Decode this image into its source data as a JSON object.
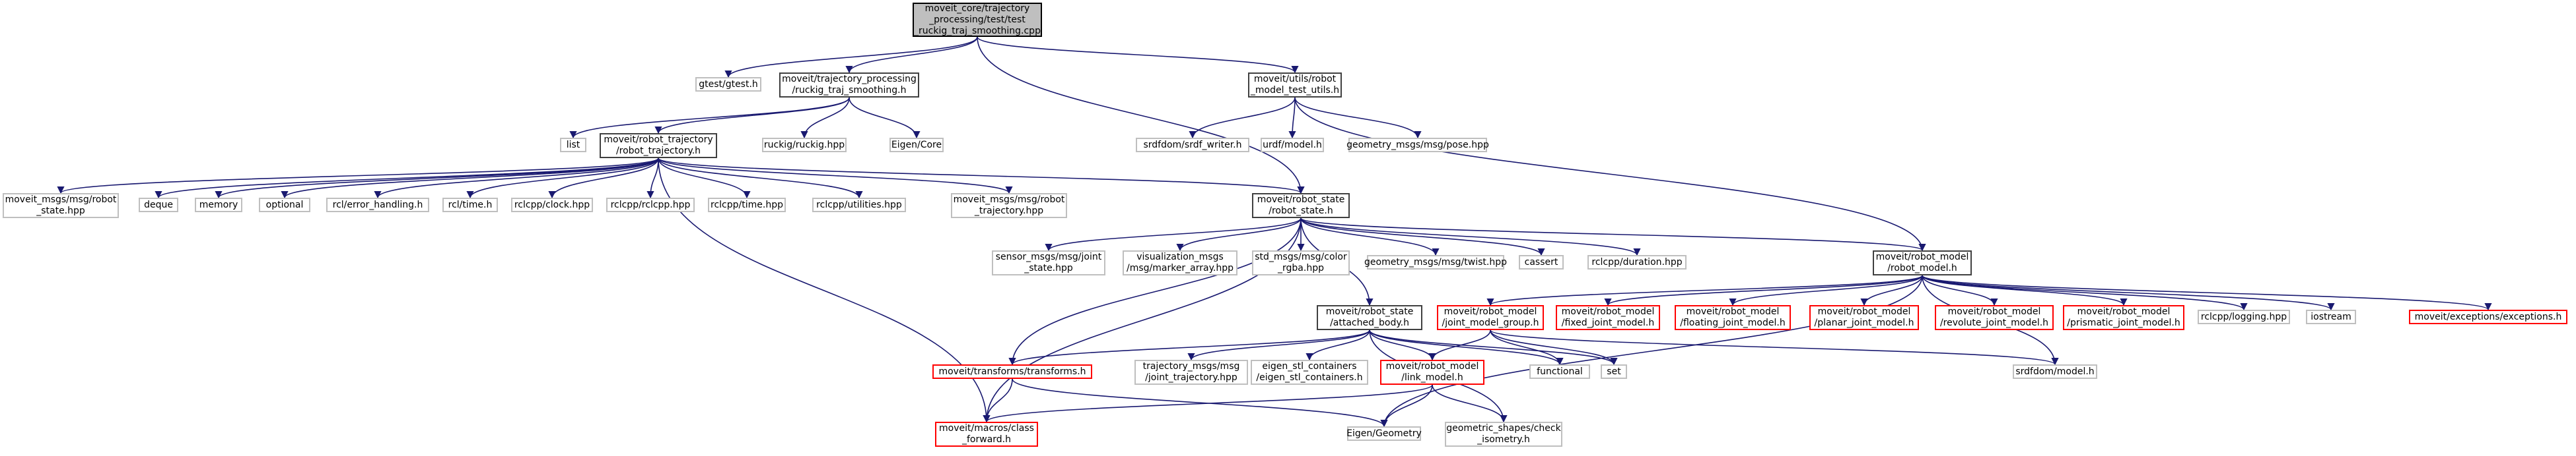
{
  "colors": {
    "edge": "#191970",
    "root_fill": "#bfbfbf",
    "normal_border": "#bfbfbf",
    "main_border": "#404040",
    "error_border": "#ff0000"
  },
  "nodes": [
    {
      "id": "root",
      "lines": [
        "moveit_core/trajectory",
        "_processing/test/test",
        "_ruckig_traj_smoothing.cpp"
      ],
      "style": "root"
    },
    {
      "id": "gtest",
      "lines": [
        "gtest/gtest.h"
      ],
      "style": "normal"
    },
    {
      "id": "ruckig_smoothing",
      "lines": [
        "moveit/trajectory_processing",
        "/ruckig_traj_smoothing.h"
      ],
      "style": "main"
    },
    {
      "id": "test_utils",
      "lines": [
        "moveit/utils/robot",
        "_model_test_utils.h"
      ],
      "style": "main"
    },
    {
      "id": "list",
      "lines": [
        "list"
      ],
      "style": "normal"
    },
    {
      "id": "robot_trajectory",
      "lines": [
        "moveit/robot_trajectory",
        "/robot_trajectory.h"
      ],
      "style": "main"
    },
    {
      "id": "ruckig",
      "lines": [
        "ruckig/ruckig.hpp"
      ],
      "style": "normal"
    },
    {
      "id": "eigen_core",
      "lines": [
        "Eigen/Core"
      ],
      "style": "normal"
    },
    {
      "id": "srdf_writer",
      "lines": [
        "srdfdom/srdf_writer.h"
      ],
      "style": "normal"
    },
    {
      "id": "urdf_model",
      "lines": [
        "urdf/model.h"
      ],
      "style": "normal"
    },
    {
      "id": "pose",
      "lines": [
        "geometry_msgs/msg/pose.hpp"
      ],
      "style": "normal"
    },
    {
      "id": "robot_state_msg",
      "lines": [
        "moveit_msgs/msg/robot",
        "_state.hpp"
      ],
      "style": "normal"
    },
    {
      "id": "deque",
      "lines": [
        "deque"
      ],
      "style": "normal"
    },
    {
      "id": "memory",
      "lines": [
        "memory"
      ],
      "style": "normal"
    },
    {
      "id": "optional",
      "lines": [
        "optional"
      ],
      "style": "normal"
    },
    {
      "id": "rcl_error",
      "lines": [
        "rcl/error_handling.h"
      ],
      "style": "normal"
    },
    {
      "id": "rcl_time",
      "lines": [
        "rcl/time.h"
      ],
      "style": "normal"
    },
    {
      "id": "rclcpp_clock",
      "lines": [
        "rclcpp/clock.hpp"
      ],
      "style": "normal"
    },
    {
      "id": "rclcpp_rclcpp",
      "lines": [
        "rclcpp/rclcpp.hpp"
      ],
      "style": "normal"
    },
    {
      "id": "rclcpp_time",
      "lines": [
        "rclcpp/time.hpp"
      ],
      "style": "normal"
    },
    {
      "id": "rclcpp_utilities",
      "lines": [
        "rclcpp/utilities.hpp"
      ],
      "style": "normal"
    },
    {
      "id": "robot_traj_msg",
      "lines": [
        "moveit_msgs/msg/robot",
        "_trajectory.hpp"
      ],
      "style": "normal"
    },
    {
      "id": "robot_state",
      "lines": [
        "moveit/robot_state",
        "/robot_state.h"
      ],
      "style": "main"
    },
    {
      "id": "joint_state",
      "lines": [
        "sensor_msgs/msg/joint",
        "_state.hpp"
      ],
      "style": "normal"
    },
    {
      "id": "marker_array",
      "lines": [
        "visualization_msgs",
        "/msg/marker_array.hpp"
      ],
      "style": "normal"
    },
    {
      "id": "color_rgba",
      "lines": [
        "std_msgs/msg/color",
        "_rgba.hpp"
      ],
      "style": "normal"
    },
    {
      "id": "twist",
      "lines": [
        "geometry_msgs/msg/twist.hpp"
      ],
      "style": "normal"
    },
    {
      "id": "cassert",
      "lines": [
        "cassert"
      ],
      "style": "normal"
    },
    {
      "id": "duration",
      "lines": [
        "rclcpp/duration.hpp"
      ],
      "style": "normal"
    },
    {
      "id": "robot_model",
      "lines": [
        "moveit/robot_model",
        "/robot_model.h"
      ],
      "style": "main"
    },
    {
      "id": "attached_body",
      "lines": [
        "moveit/robot_state",
        "/attached_body.h"
      ],
      "style": "main"
    },
    {
      "id": "joint_model_group",
      "lines": [
        "moveit/robot_model",
        "/joint_model_group.h"
      ],
      "style": "red"
    },
    {
      "id": "fixed_joint",
      "lines": [
        "moveit/robot_model",
        "/fixed_joint_model.h"
      ],
      "style": "red"
    },
    {
      "id": "floating_joint",
      "lines": [
        "moveit/robot_model",
        "/floating_joint_model.h"
      ],
      "style": "red"
    },
    {
      "id": "planar_joint",
      "lines": [
        "moveit/robot_model",
        "/planar_joint_model.h"
      ],
      "style": "red"
    },
    {
      "id": "revolute_joint",
      "lines": [
        "moveit/robot_model",
        "/revolute_joint_model.h"
      ],
      "style": "red"
    },
    {
      "id": "prismatic_joint",
      "lines": [
        "moveit/robot_model",
        "/prismatic_joint_model.h"
      ],
      "style": "red"
    },
    {
      "id": "logging",
      "lines": [
        "rclcpp/logging.hpp"
      ],
      "style": "normal"
    },
    {
      "id": "iostream",
      "lines": [
        "iostream"
      ],
      "style": "normal"
    },
    {
      "id": "exceptions",
      "lines": [
        "moveit/exceptions/exceptions.h"
      ],
      "style": "red"
    },
    {
      "id": "transforms",
      "lines": [
        "moveit/transforms/transforms.h"
      ],
      "style": "red"
    },
    {
      "id": "joint_traj",
      "lines": [
        "trajectory_msgs/msg",
        "/joint_trajectory.hpp"
      ],
      "style": "normal"
    },
    {
      "id": "eigen_stl",
      "lines": [
        "eigen_stl_containers",
        "/eigen_stl_containers.h"
      ],
      "style": "normal"
    },
    {
      "id": "link_model",
      "lines": [
        "moveit/robot_model",
        "/link_model.h"
      ],
      "style": "red"
    },
    {
      "id": "functional",
      "lines": [
        "functional"
      ],
      "style": "normal"
    },
    {
      "id": "set",
      "lines": [
        "set"
      ],
      "style": "normal"
    },
    {
      "id": "srdf_model",
      "lines": [
        "srdfdom/model.h"
      ],
      "style": "normal"
    },
    {
      "id": "class_forward",
      "lines": [
        "moveit/macros/class",
        "_forward.h"
      ],
      "style": "red"
    },
    {
      "id": "eigen_geometry",
      "lines": [
        "Eigen/Geometry"
      ],
      "style": "normal"
    },
    {
      "id": "check_isometry",
      "lines": [
        "geometric_shapes/check",
        "_isometry.h"
      ],
      "style": "normal"
    }
  ],
  "edges": [
    [
      "root",
      "gtest"
    ],
    [
      "root",
      "ruckig_smoothing"
    ],
    [
      "root",
      "test_utils"
    ],
    [
      "root",
      "robot_state"
    ],
    [
      "ruckig_smoothing",
      "list"
    ],
    [
      "ruckig_smoothing",
      "robot_trajectory"
    ],
    [
      "ruckig_smoothing",
      "ruckig"
    ],
    [
      "ruckig_smoothing",
      "eigen_core"
    ],
    [
      "test_utils",
      "srdf_writer"
    ],
    [
      "test_utils",
      "urdf_model"
    ],
    [
      "test_utils",
      "pose"
    ],
    [
      "test_utils",
      "robot_model"
    ],
    [
      "robot_trajectory",
      "robot_state_msg"
    ],
    [
      "robot_trajectory",
      "deque"
    ],
    [
      "robot_trajectory",
      "memory"
    ],
    [
      "robot_trajectory",
      "optional"
    ],
    [
      "robot_trajectory",
      "rcl_error"
    ],
    [
      "robot_trajectory",
      "rcl_time"
    ],
    [
      "robot_trajectory",
      "rclcpp_clock"
    ],
    [
      "robot_trajectory",
      "rclcpp_rclcpp"
    ],
    [
      "robot_trajectory",
      "rclcpp_time"
    ],
    [
      "robot_trajectory",
      "rclcpp_utilities"
    ],
    [
      "robot_trajectory",
      "robot_traj_msg"
    ],
    [
      "robot_trajectory",
      "robot_state"
    ],
    [
      "robot_trajectory",
      "class_forward"
    ],
    [
      "robot_state",
      "joint_state"
    ],
    [
      "robot_state",
      "marker_array"
    ],
    [
      "robot_state",
      "color_rgba"
    ],
    [
      "robot_state",
      "twist"
    ],
    [
      "robot_state",
      "cassert"
    ],
    [
      "robot_state",
      "duration"
    ],
    [
      "robot_state",
      "robot_model"
    ],
    [
      "robot_state",
      "attached_body"
    ],
    [
      "robot_state",
      "transforms"
    ],
    [
      "robot_state",
      "class_forward"
    ],
    [
      "robot_model",
      "joint_model_group"
    ],
    [
      "robot_model",
      "fixed_joint"
    ],
    [
      "robot_model",
      "floating_joint"
    ],
    [
      "robot_model",
      "planar_joint"
    ],
    [
      "robot_model",
      "revolute_joint"
    ],
    [
      "robot_model",
      "prismatic_joint"
    ],
    [
      "robot_model",
      "logging"
    ],
    [
      "robot_model",
      "iostream"
    ],
    [
      "robot_model",
      "exceptions"
    ],
    [
      "robot_model",
      "srdf_model"
    ],
    [
      "robot_model",
      "eigen_geometry"
    ],
    [
      "attached_body",
      "transforms"
    ],
    [
      "attached_body",
      "joint_traj"
    ],
    [
      "attached_body",
      "eigen_stl"
    ],
    [
      "attached_body",
      "link_model"
    ],
    [
      "attached_body",
      "functional"
    ],
    [
      "attached_body",
      "set"
    ],
    [
      "attached_body",
      "check_isometry"
    ],
    [
      "joint_model_group",
      "link_model"
    ],
    [
      "joint_model_group",
      "functional"
    ],
    [
      "joint_model_group",
      "set"
    ],
    [
      "joint_model_group",
      "srdf_model"
    ],
    [
      "transforms",
      "class_forward"
    ],
    [
      "transforms",
      "eigen_geometry"
    ],
    [
      "link_model",
      "class_forward"
    ],
    [
      "link_model",
      "eigen_geometry"
    ],
    [
      "link_model",
      "check_isometry"
    ]
  ]
}
